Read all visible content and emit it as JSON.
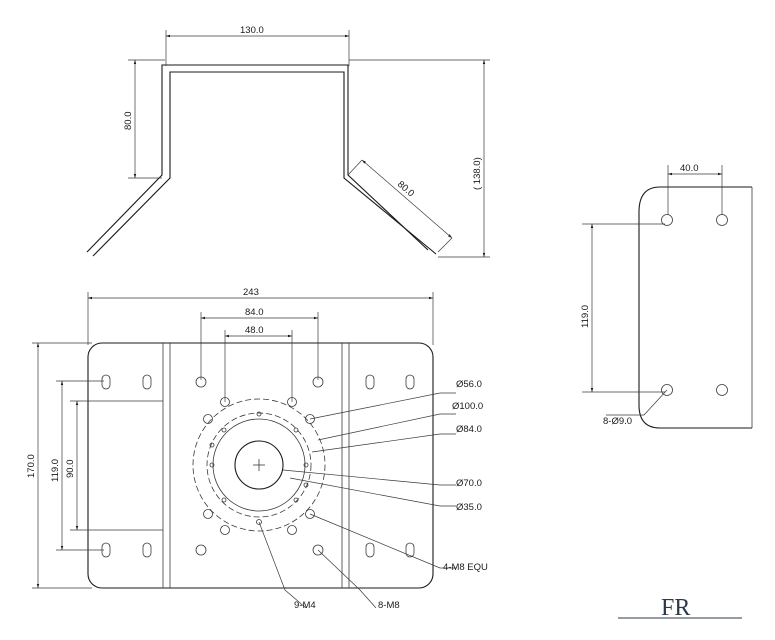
{
  "top_view": {
    "width_label": "130.0",
    "height_label": "80.0",
    "arm_label": "80.0",
    "total_height_label": "( 138.0)"
  },
  "plate_view": {
    "width_label": "243",
    "spacing_84_label": "84.0",
    "spacing_48_label": "48.0",
    "height_label": "170.0",
    "inner_119_label": "119.0",
    "inner_90_label": "90.0",
    "callouts": [
      "Ø56.0",
      "Ø100.0",
      "Ø84.0",
      "Ø70.0",
      "Ø35.0",
      "4-M8 EQU"
    ],
    "bottom_labels": [
      "9-M4",
      "8-M8"
    ]
  },
  "side_view": {
    "width_label": "40.0",
    "height_label": "119.0",
    "hole_label": "8-Ø9.0"
  },
  "logo": {
    "text": "FR"
  }
}
